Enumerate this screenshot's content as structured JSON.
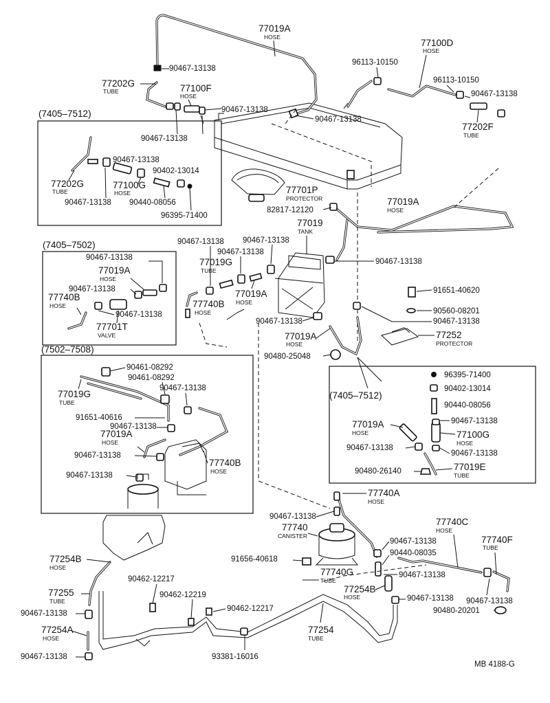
{
  "colors": {
    "ink": "#111111",
    "paper": "#ffffff"
  },
  "labels": {
    "p77019A_top": "77019A",
    "p77019A_top_sub": "HOSE",
    "p90467_a": "90467-13138",
    "p77202G_top": "77202G",
    "p77202G_top_sub": "TUBE",
    "p77100F": "77100F",
    "p77100F_sub": "HOSE",
    "p90467_b": "90467-13138",
    "p90467_c": "90467-13138",
    "p90467_d": "90467-13138",
    "p77100D": "77100D",
    "p77100D_sub": "HOSE",
    "p96113_a": "96113-10150",
    "p96113_b": "96113-10150",
    "p90467_e": "90467-13138",
    "p77202F": "77202F",
    "p77202F_sub": "TUBE",
    "hdr_a": "(7405–7512)",
    "a_90467_1": "90467-13138",
    "a_90402": "90402-13014",
    "a_77202G": "77202G",
    "a_77202G_sub": "TUBE",
    "a_77100G": "77100G",
    "a_77100G_sub": "HOSE",
    "a_90467_2": "90467-13138",
    "a_90440": "90440-08056",
    "a_96395": "96395-71400",
    "p77701P": "77701P",
    "p77701P_sub": "PROTECTOR",
    "p82817": "82817-12120",
    "p77019A_mid": "77019A",
    "p77019A_mid_sub": "HOSE",
    "p77019": "77019",
    "p77019_sub": "TANK",
    "hdr_b": "(7405–7502)",
    "b_90467_1": "90467-13138",
    "b_77019A": "77019A",
    "b_77019A_sub": "HOSE",
    "b_90467_2": "90467-13138",
    "b_77740B": "77740B",
    "b_77740B_sub": "HOSE",
    "b_90467_3": "90467-13138",
    "b_77701T": "77701T",
    "b_77701T_sub": "VALVE",
    "c_90467_1": "90467-13138",
    "c_90467_2": "90467-13138",
    "c_90467_3": "90467-13138",
    "c_77019G": "77019G",
    "c_77019G_sub": "TUBE",
    "c_77740B": "77740B",
    "c_77740B_sub": "HOSE",
    "c_77019A": "77019A",
    "c_77019A_sub": "HOSE",
    "c_90467_4": "90467-13138",
    "p91651_40620": "91651-40620",
    "p90560": "90560-08201",
    "p90467_f": "90467-13138",
    "p77019A_low": "77019A",
    "p77019A_low_sub": "HOSE",
    "p77252": "77252",
    "p77252_sub": "PROTECTOR",
    "p90480_25048": "90480-25048",
    "hdr_d": "(7502–7508)",
    "d_90461_1": "90461-08292",
    "d_90461_2": "90461-08292",
    "d_77019G": "77019G",
    "d_77019G_sub": "TUBE",
    "d_90467_1": "90467-13138",
    "d_91651": "91651-40616",
    "d_90467_2": "90467-13138",
    "d_77019A": "77019A",
    "d_77019A_sub": "HOSE",
    "d_90467_3": "90467-13138",
    "d_77740B": "77740B",
    "d_77740B_sub": "HOSE",
    "d_90467_4": "90467-13138",
    "hdr_e": "(7405–7512)",
    "e_96395": "96395-71400",
    "e_90402": "90402-13014",
    "e_90440": "90440-08056",
    "e_77019A": "77019A",
    "e_77019A_sub": "HOSE",
    "e_90467_1": "90467-13138",
    "e_77100G": "77100G",
    "e_77100G_sub": "HOSE",
    "e_90467_2": "90467-13138",
    "e_90467_3": "90467-13138",
    "e_90480": "90480-26140",
    "e_77019E": "77019E",
    "e_77019E_sub": "TUBE",
    "p77740A": "77740A",
    "p77740A_sub": "HOSE",
    "p90467_g": "90467-13138",
    "p77740": "77740",
    "p77740_sub": "CANISTER",
    "p90467_h": "90467-13138",
    "p90440_08035": "90440-08035",
    "p77740C": "77740C",
    "p77740C_sub": "HOSE",
    "p77740F": "77740F",
    "p77740F_sub": "TUBE",
    "p91656": "91656-40618",
    "p77740G": "77740G",
    "p77740G_sub": "TUBE",
    "p90467_i": "90467-13138",
    "p77254B": "77254B",
    "p77254B_sub": "HOSE",
    "p90467_j": "90467-13138",
    "p90467_k": "90467-13138",
    "p90480_20201": "90480-20201",
    "p77254B_left": "77254B",
    "p77254B_left_sub": "HOSE",
    "p90462_12217a": "90462-12217",
    "p90462_12219": "90462-12219",
    "p90462_12217b": "90462-12217",
    "p77255": "77255",
    "p77255_sub": "TUBE",
    "p90467_l": "90467-13138",
    "p77254A": "77254A",
    "p77254A_sub": "HOSE",
    "p90467_m": "90467-13138",
    "p77254": "77254",
    "p77254_sub": "TUBE",
    "p93381": "93381-16016",
    "ref": "MB 4188-G"
  }
}
